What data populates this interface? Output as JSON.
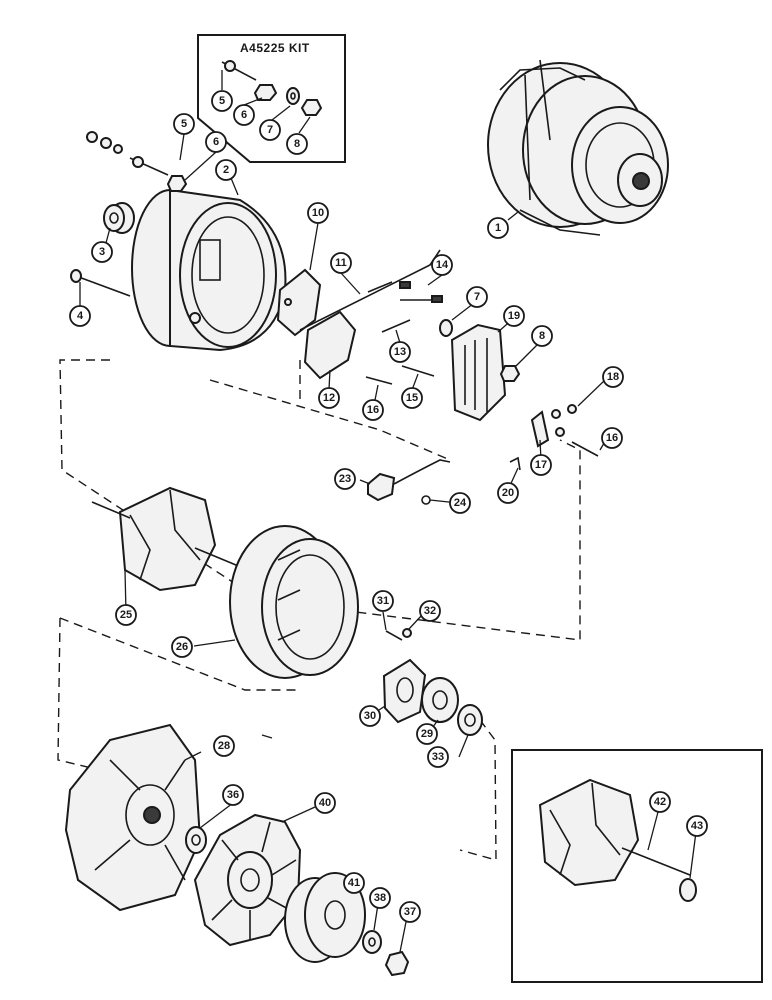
{
  "kit_label": "A45225 KIT",
  "callouts": [
    "1",
    "2",
    "3",
    "4",
    "5",
    "5",
    "6",
    "6",
    "7",
    "7",
    "8",
    "8",
    "10",
    "11",
    "12",
    "13",
    "14",
    "15",
    "16",
    "16",
    "17",
    "18",
    "19",
    "20",
    "23",
    "24",
    "25",
    "26",
    "28",
    "29",
    "30",
    "31",
    "32",
    "33",
    "36",
    "37",
    "38",
    "40",
    "41",
    "42",
    "43"
  ]
}
